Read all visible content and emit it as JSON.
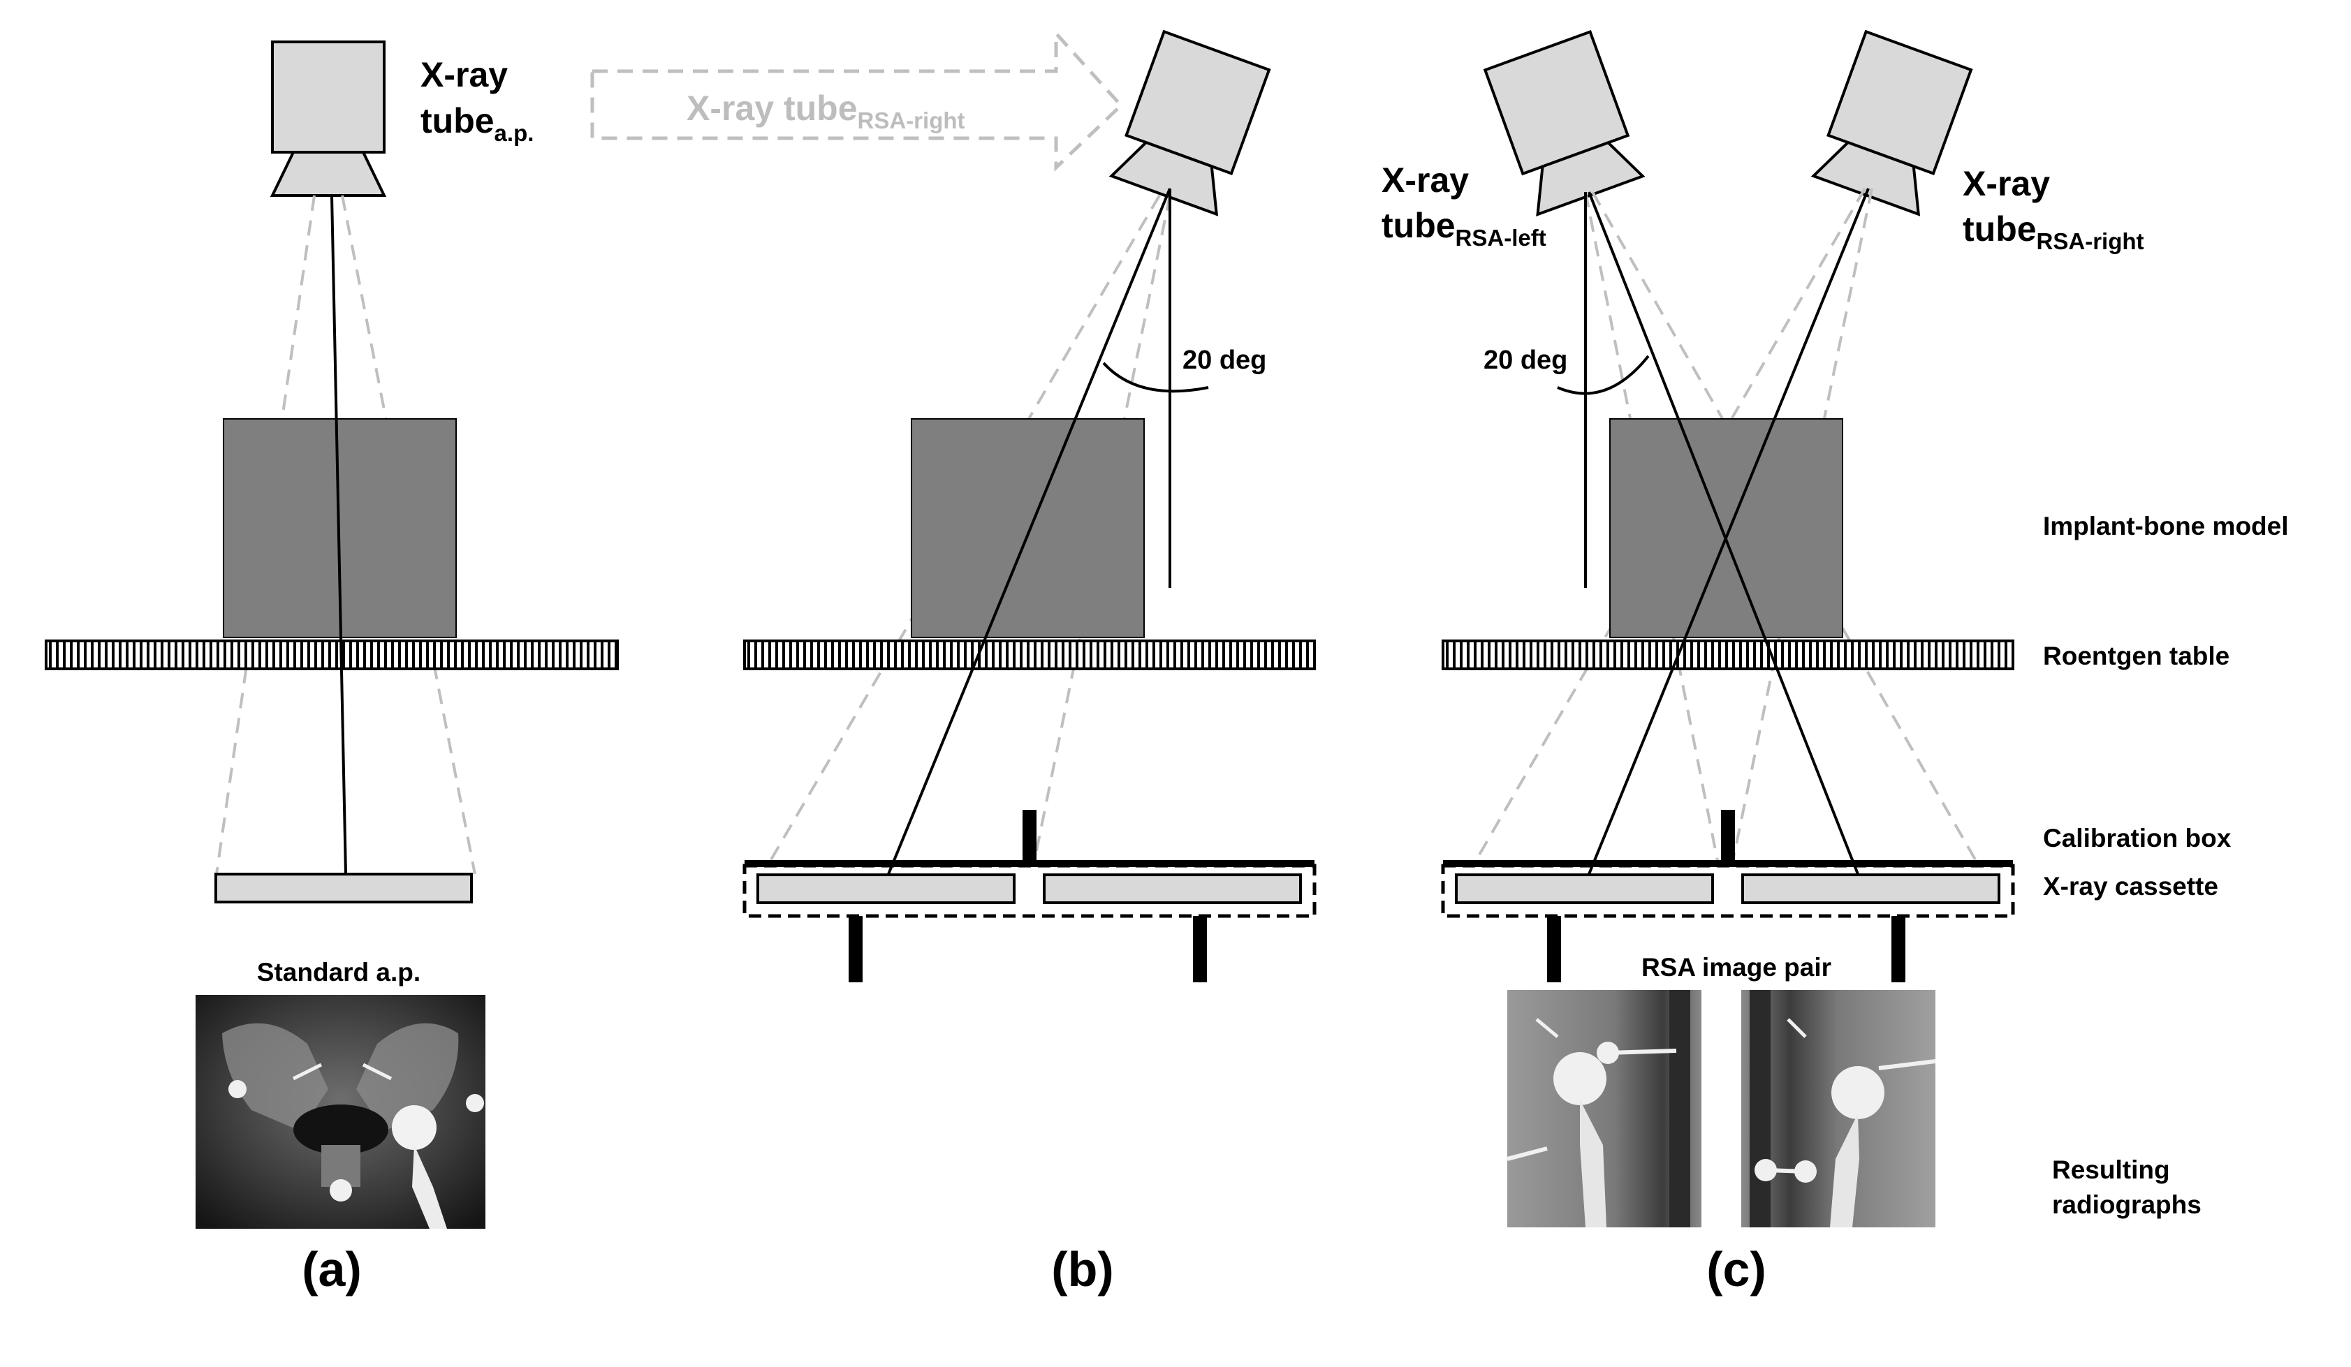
{
  "panels": {
    "a": {
      "label": "(a)",
      "tube_label": "X-ray",
      "tube_label_line2": "tube",
      "tube_subscript": "a.p.",
      "radiograph_caption": "Standard a.p."
    },
    "b": {
      "label": "(b)",
      "moving_tube_label": "X-ray tube",
      "moving_tube_subscript": "RSA-right",
      "angle_label": "20 deg"
    },
    "c": {
      "label": "(c)",
      "left_tube_label": "X-ray",
      "left_tube_label_line2": "tube",
      "left_tube_subscript": "RSA-left",
      "right_tube_label": "X-ray",
      "right_tube_label_line2": "tube",
      "right_tube_subscript": "RSA-right",
      "angle_label": "20 deg",
      "radiograph_caption": "RSA image pair"
    }
  },
  "legend": {
    "implant_bone_model": "Implant-bone model",
    "roentgen_table": "Roentgen table",
    "calibration_box": "Calibration box",
    "xray_cassette": "X-ray cassette",
    "resulting_radiographs_line1": "Resulting",
    "resulting_radiographs_line2": "radiographs"
  },
  "colors": {
    "tube_fill": "#d9d9d9",
    "model_fill": "#7f7f7f",
    "beam_dashed": "#bfbfbf",
    "ghost_text": "#bdbdbd",
    "radiograph_dark": "#2b2b2b"
  }
}
